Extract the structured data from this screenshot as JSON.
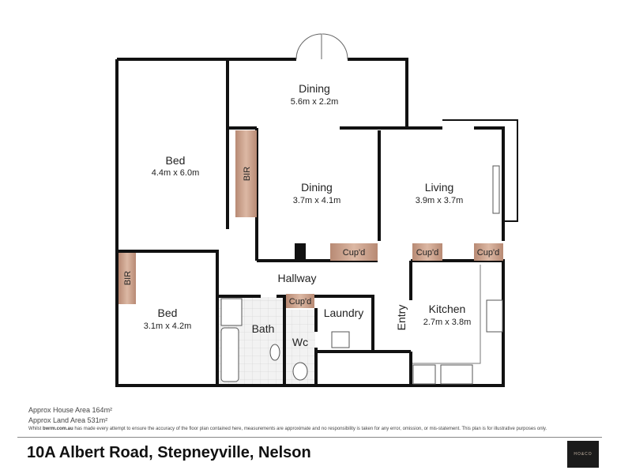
{
  "rooms": {
    "dining_top": {
      "name": "Dining",
      "dims": "5.6m x 2.2m"
    },
    "bed_1": {
      "name": "Bed",
      "dims": "4.4m x 6.0m"
    },
    "dining_main": {
      "name": "Dining",
      "dims": "3.7m x 4.1m"
    },
    "living": {
      "name": "Living",
      "dims": "3.9m x 3.7m"
    },
    "bed_2": {
      "name": "Bed",
      "dims": "3.1m x 4.2m"
    },
    "hallway": {
      "name": "Hallway"
    },
    "bath": {
      "name": "Bath"
    },
    "wc": {
      "name": "Wc"
    },
    "laundry": {
      "name": "Laundry"
    },
    "entry": {
      "name": "Entry"
    },
    "kitchen": {
      "name": "Kitchen",
      "dims": "2.7m x 3.8m"
    }
  },
  "labels": {
    "bir": "BIR",
    "cupboard": "Cup'd"
  },
  "colors": {
    "cupboard": "#c9a08c",
    "wall": "#111111",
    "tile": "#eeeeee"
  },
  "notes": {
    "house_area": "Approx House Area 164m²",
    "land_area": "Approx Land Area 531m²",
    "disclaimer_prefix": "Whilst ",
    "disclaimer_site": "bwrm.com.au",
    "disclaimer_rest": " has made every attempt to ensure the accuracy of the floor plan contained here, measurements are approximate and no responsibility is taken for any error, omission, or mis-statement. This plan is for illustrative purposes only."
  },
  "address": "10A Albert Road, Stepneyville, Nelson",
  "logo_text": "HO&CO"
}
